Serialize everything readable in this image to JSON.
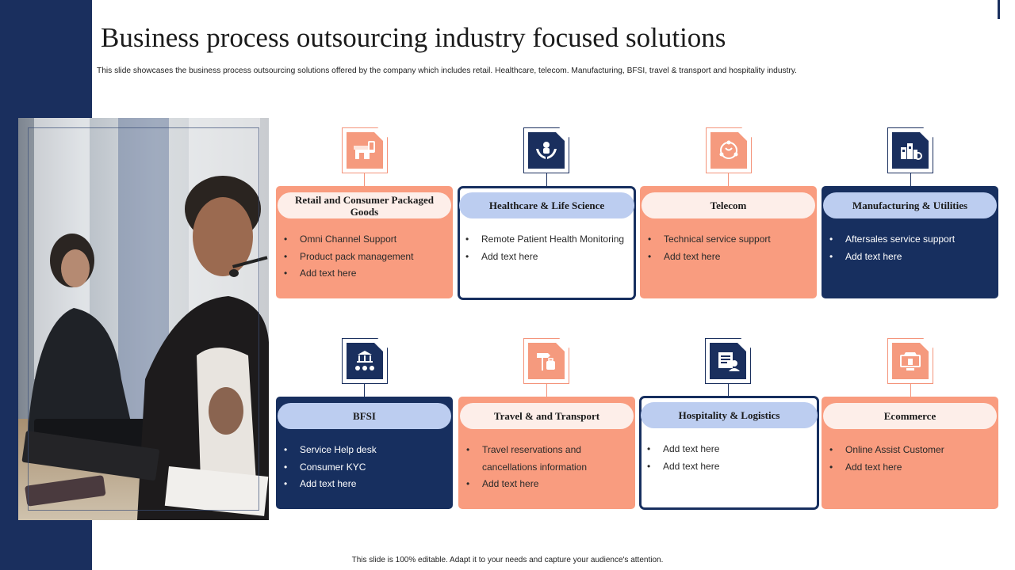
{
  "slide": {
    "title": "Business process outsourcing industry focused solutions",
    "subtitle": "This slide showcases the business process outsourcing solutions offered by the company which includes retail. Healthcare, telecom. Manufacturing, BFSI,  travel & transport and hospitality industry.",
    "footer": "This slide is 100% editable.  Adapt it to your needs and capture your audience's attention."
  },
  "colors": {
    "navy": "#172f5f",
    "salmon": "#f99c7f",
    "pill_light": "#fdeee9",
    "pill_blue": "#bccdf0"
  },
  "cards": [
    {
      "title": "Retail and Consumer Packaged Goods",
      "icon": "store-icon",
      "style": "salmon",
      "items": [
        "Omni Channel Support",
        "Product pack management",
        "Add text here"
      ]
    },
    {
      "title": "Healthcare & Life Science",
      "icon": "hands-care-icon",
      "style": "white",
      "items": [
        "Remote Patient Health Monitoring",
        "Add text here"
      ]
    },
    {
      "title": "Telecom",
      "icon": "network-globe-icon",
      "style": "salmon",
      "items": [
        "Technical service support",
        "Add text here"
      ]
    },
    {
      "title": "Manufacturing & Utilities",
      "icon": "factory-icon",
      "style": "navy",
      "items": [
        "Aftersales service support",
        "Add text here"
      ]
    },
    {
      "title": "BFSI",
      "icon": "bank-icon",
      "style": "navy",
      "items": [
        "Service Help desk",
        "Consumer KYC",
        "Add text here"
      ]
    },
    {
      "title": "Travel & and Transport",
      "icon": "signpost-luggage-icon",
      "style": "salmon",
      "items": [
        "Travel reservations and cancellations information",
        "Add text here"
      ]
    },
    {
      "title": "Hospitality & Logistics",
      "icon": "receptionist-icon",
      "style": "white",
      "items": [
        "Add text here",
        "Add text here"
      ]
    },
    {
      "title": "Ecommerce",
      "icon": "online-shop-icon",
      "style": "salmon",
      "items": [
        "Online Assist Customer",
        "Add text here"
      ]
    }
  ]
}
